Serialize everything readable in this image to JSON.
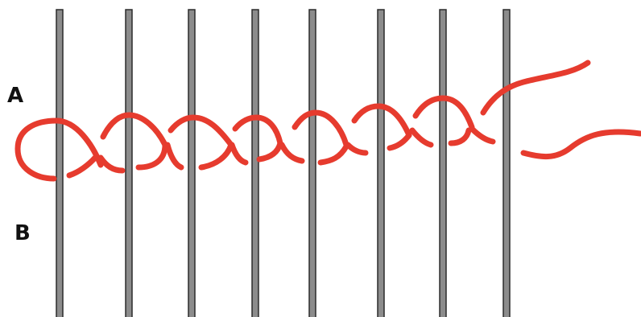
{
  "labels": {
    "a": "A",
    "b": "B"
  },
  "warp_count": 8,
  "colors": {
    "background": "#ffffff",
    "warp_fill": "#8c8c8c",
    "warp_stroke": "#2b2b2b",
    "weft": "#e63b2e",
    "label": "#111111"
  }
}
